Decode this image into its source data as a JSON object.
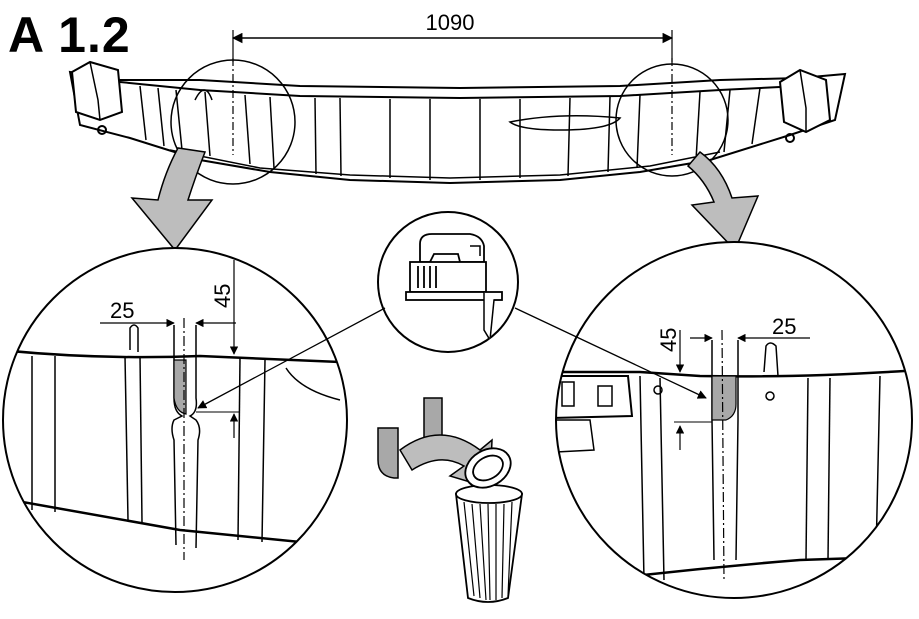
{
  "step_label": "A 1.2",
  "dimensions": {
    "overall_width": "1090",
    "left_offset": "25",
    "left_depth": "45",
    "right_offset": "25",
    "right_depth": "45"
  },
  "colors": {
    "line": "#000000",
    "arrow_fill": "#bdbdbd",
    "cut_piece_fill": "#a8a8a8"
  },
  "icons": [
    "jigsaw-icon",
    "trash-can-icon",
    "arrow-down-icon"
  ]
}
